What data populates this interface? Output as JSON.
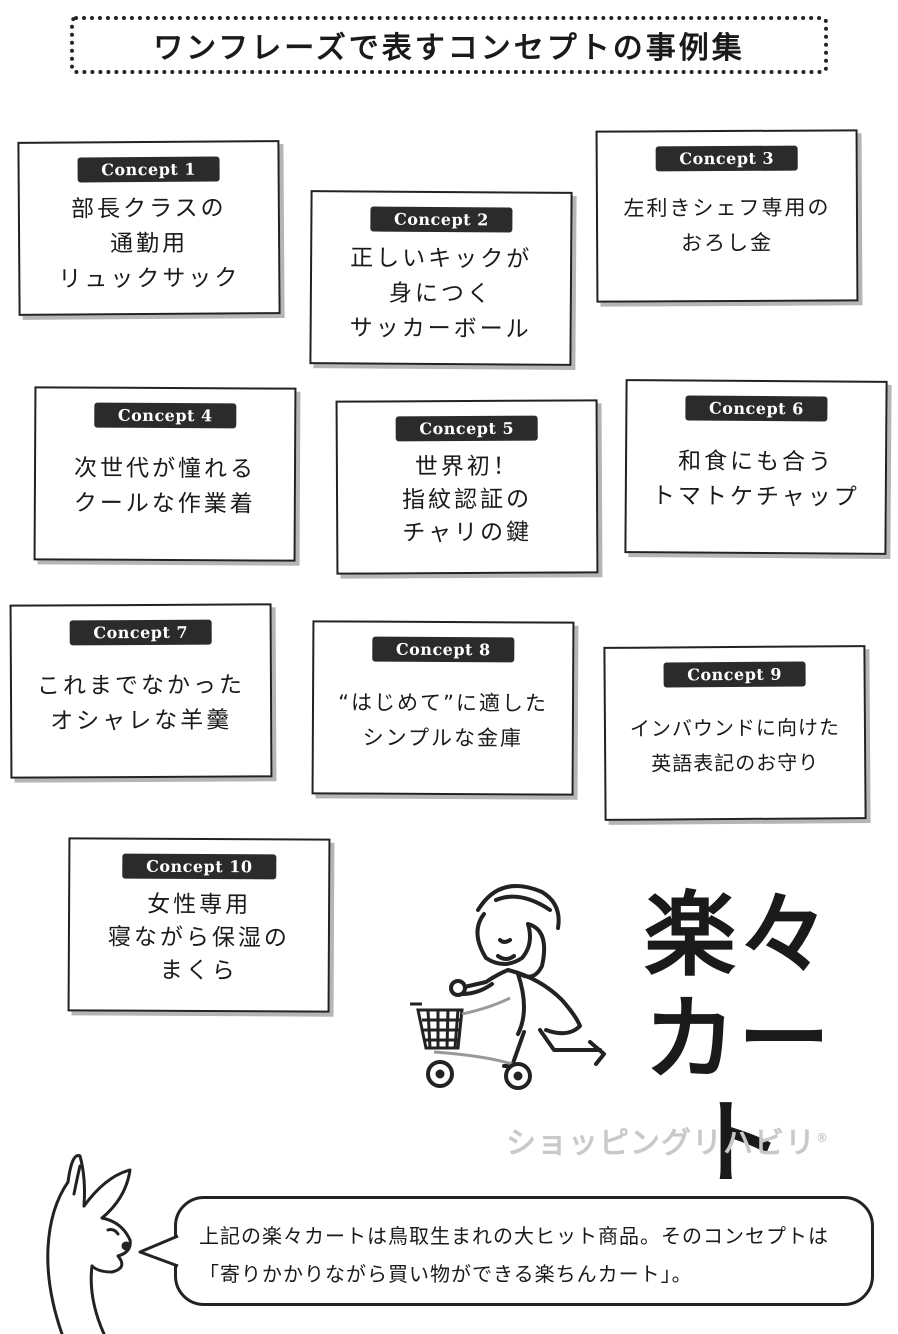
{
  "title": "ワンフレーズで表すコンセプトの事例集",
  "concepts": [
    {
      "badge": "Concept 1",
      "text": "部長クラスの\n通勤用\nリュックサック"
    },
    {
      "badge": "Concept 2",
      "text": "正しいキックが\n身につく\nサッカーボール"
    },
    {
      "badge": "Concept 3",
      "text": "左利きシェフ専用の\nおろし金"
    },
    {
      "badge": "Concept 4",
      "text": "次世代が憧れる\nクールな作業着"
    },
    {
      "badge": "Concept 5",
      "text": "世界初！\n指紋認証の\nチャリの鍵"
    },
    {
      "badge": "Concept 6",
      "text": "和食にも合う\nトマトケチャップ"
    },
    {
      "badge": "Concept 7",
      "text": "これまでなかった\nオシャレな羊羹"
    },
    {
      "badge": "Concept 8",
      "text": "“はじめて”に適した\nシンプルな金庫"
    },
    {
      "badge": "Concept 9",
      "text": "インバウンドに向けた\n英語表記のお守り"
    },
    {
      "badge": "Concept 10",
      "text": "女性専用\n寝ながら保湿の\nまくら"
    }
  ],
  "logo": {
    "title_line1": "楽々",
    "title_line2": "カート",
    "subtitle": "ショッピングリハビリ",
    "registered": "®"
  },
  "speech": {
    "text": "上記の楽々カートは鳥取生まれの大ヒット商品。そのコンセプトは「寄りかかりながら買い物ができる楽ちんカート」。"
  },
  "icons": [
    "woman-with-cart-illustration",
    "rabbit-illustration"
  ]
}
